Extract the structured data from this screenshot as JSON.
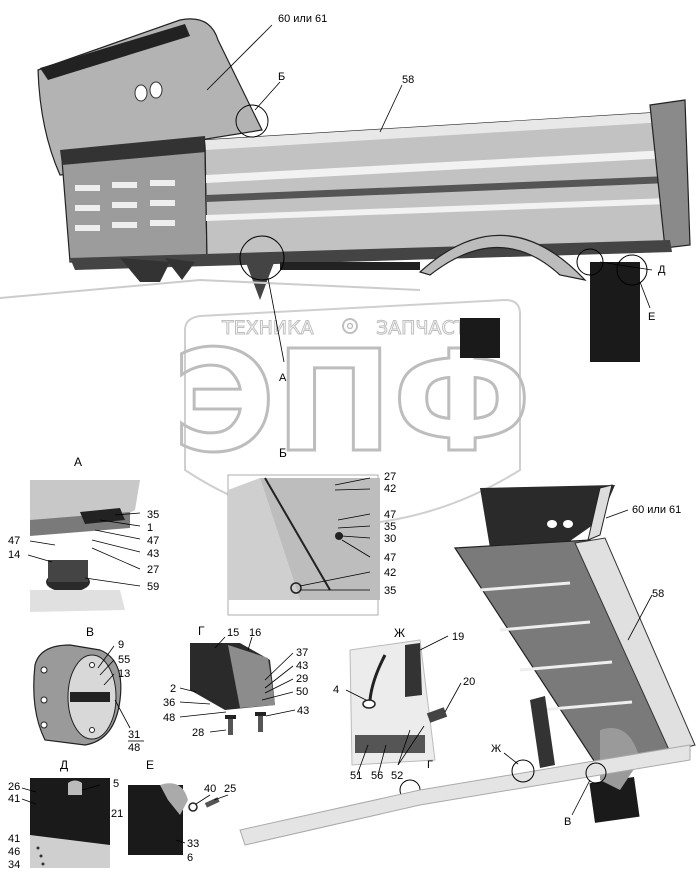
{
  "watermark": {
    "line1_left": "ТЕХНИКА",
    "line1_right": "ЗАПЧАСТИ",
    "logo": "ЭПФ",
    "gear": "gear-icon"
  },
  "main_view": {
    "callouts": {
      "c60": "60 или 61",
      "b": "Б",
      "c58": "58",
      "d": "Д",
      "e": "Е",
      "a": "А"
    }
  },
  "detail_a": {
    "title": "А",
    "labels": {
      "l35": "35",
      "l1": "1",
      "l47a": "47",
      "l43": "43",
      "l27": "27",
      "l59": "59",
      "l47b": "47",
      "l14": "14"
    }
  },
  "detail_b": {
    "title": "Б",
    "labels": {
      "l27": "27",
      "l42a": "42",
      "l47a": "47",
      "l35a": "35",
      "l30": "30",
      "l47b": "47",
      "l42b": "42",
      "l35b": "35"
    }
  },
  "detail_v": {
    "title": "В",
    "labels": {
      "l9": "9",
      "l55": "55",
      "l13": "13",
      "l31": "31",
      "l48": "48"
    }
  },
  "detail_g": {
    "title": "Г",
    "labels": {
      "l15": "15",
      "l16": "16",
      "l37": "37",
      "l43a": "43",
      "l29": "29",
      "l50": "50",
      "l2": "2",
      "l36": "36",
      "l48": "48",
      "l43b": "43",
      "l28": "28"
    }
  },
  "detail_zh": {
    "title": "Ж",
    "labels": {
      "l19": "19",
      "l4": "4",
      "l20": "20",
      "l51": "51",
      "l56": "56",
      "l52": "52",
      "g": "Г"
    }
  },
  "detail_d": {
    "title": "Д",
    "labels": {
      "l5": "5",
      "l26": "26",
      "l41a": "41",
      "l41b": "41",
      "l46": "46",
      "l34": "34"
    }
  },
  "detail_e": {
    "title": "Е",
    "labels": {
      "l40": "40",
      "l25": "25",
      "l21": "21",
      "l33": "33",
      "l6": "6"
    }
  },
  "raised_view": {
    "callouts": {
      "c60": "60 или 61",
      "c58": "58",
      "zh": "Ж",
      "v": "В"
    }
  }
}
